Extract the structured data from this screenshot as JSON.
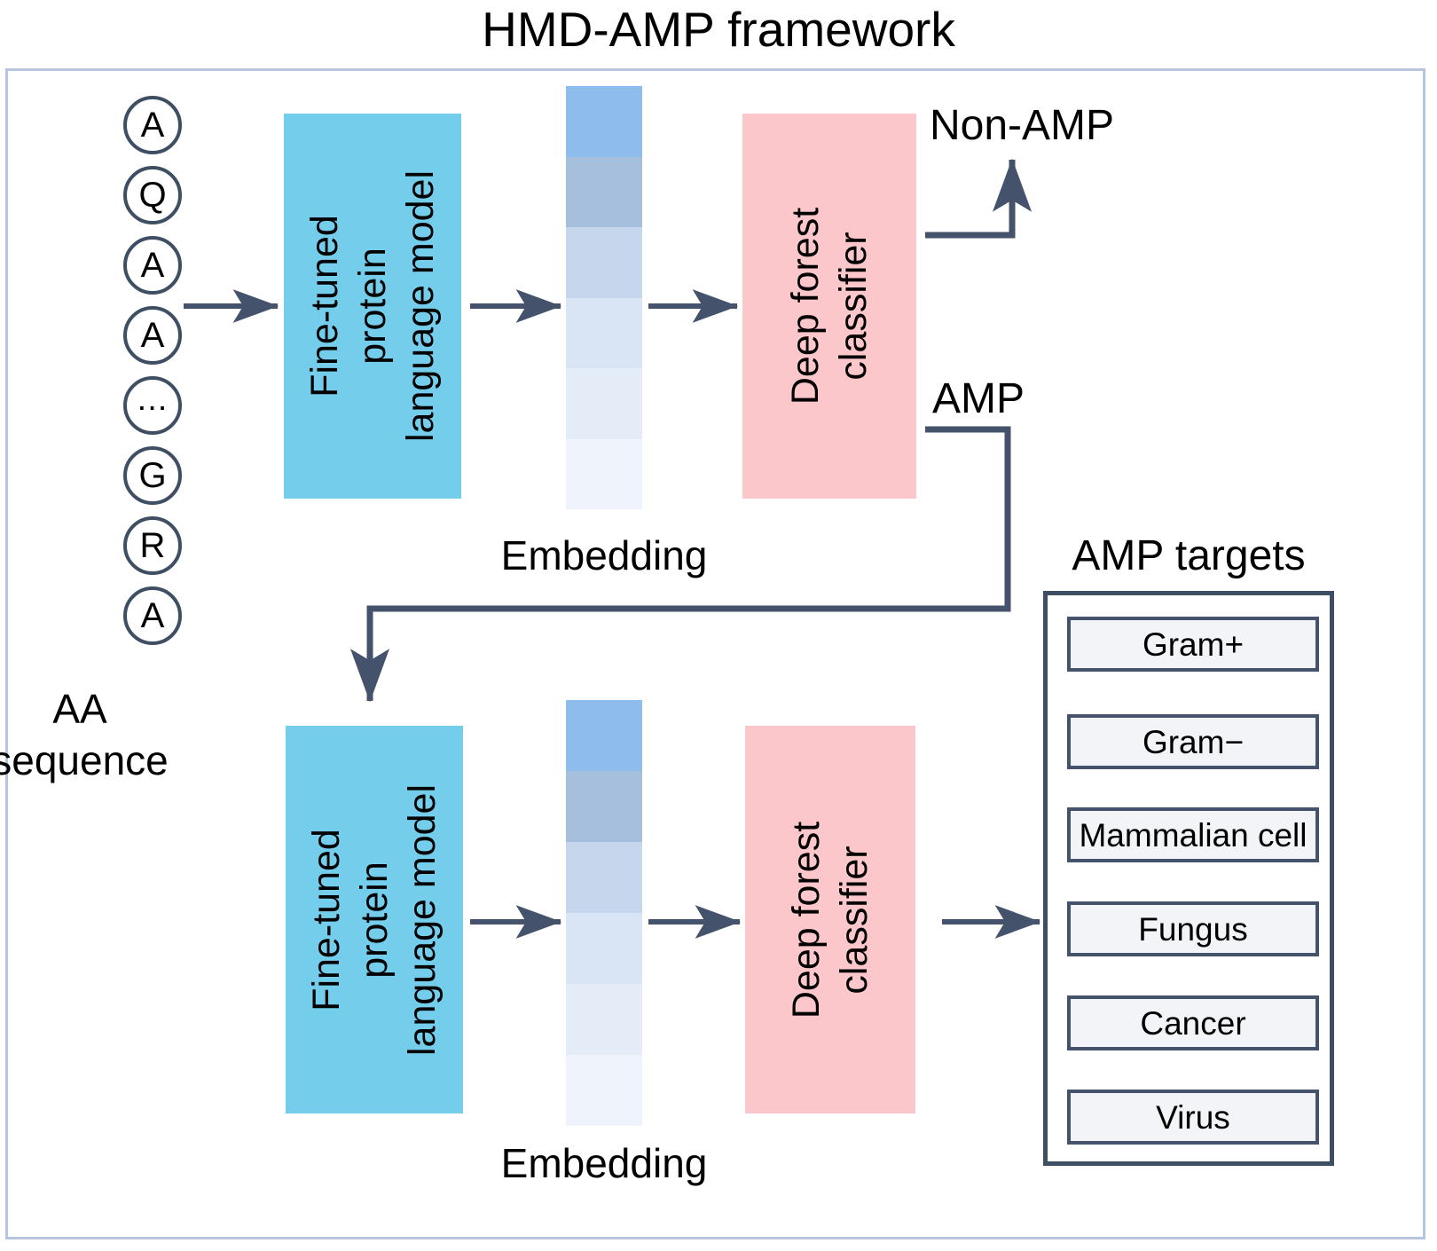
{
  "figure": {
    "title": "HMD-AMP framework",
    "frame_border_color": "#b6c4e2",
    "stroke_color": "#3f4f63"
  },
  "input": {
    "label_line1": "AA",
    "label_line2": "sequence",
    "residues": [
      {
        "name": "residue-a-1",
        "letter": "A"
      },
      {
        "name": "residue-q",
        "letter": "Q"
      },
      {
        "name": "residue-a-2",
        "letter": "A"
      },
      {
        "name": "residue-a-3",
        "letter": "A"
      },
      {
        "name": "residue-ellipsis",
        "letter": "..."
      },
      {
        "name": "residue-g",
        "letter": "G"
      },
      {
        "name": "residue-r",
        "letter": "R"
      },
      {
        "name": "residue-a-4",
        "letter": "A"
      }
    ]
  },
  "stage_one": {
    "model_box": {
      "line1": "Fine-tuned",
      "line2": "protein",
      "line3": "language model",
      "color": "#74cdeb"
    },
    "embedding": {
      "caption": "Embedding",
      "bands": [
        "#8ebcec",
        "#a6bfdc",
        "#c6d7ed",
        "#d9e4f4",
        "#e4ecf8",
        "#eef3fc"
      ]
    },
    "classifier_box": {
      "line1": "Deep forest",
      "line2": "classifier",
      "color": "#fcc7cb"
    },
    "output_negative": "Non-AMP",
    "output_positive": "AMP"
  },
  "stage_two": {
    "model_box": {
      "line1": "Fine-tuned",
      "line2": "protein",
      "line3": "language model",
      "color": "#74cdeb"
    },
    "embedding": {
      "caption": "Embedding",
      "bands": [
        "#8ebcec",
        "#a6bfdc",
        "#c6d7ed",
        "#d9e4f4",
        "#e4ecf8",
        "#eef3fc"
      ]
    },
    "classifier_box": {
      "line1": "Deep forest",
      "line2": "classifier",
      "color": "#fcc7cb"
    }
  },
  "amp_targets": {
    "title": "AMP targets",
    "items": [
      {
        "name": "target-gram-positive",
        "label": "Gram+"
      },
      {
        "name": "target-gram-negative",
        "label": "Gram−"
      },
      {
        "name": "target-mammalian-cell",
        "label": "Mammalian cell"
      },
      {
        "name": "target-fungus",
        "label": "Fungus"
      },
      {
        "name": "target-cancer",
        "label": "Cancer"
      },
      {
        "name": "target-virus",
        "label": "Virus"
      }
    ]
  }
}
